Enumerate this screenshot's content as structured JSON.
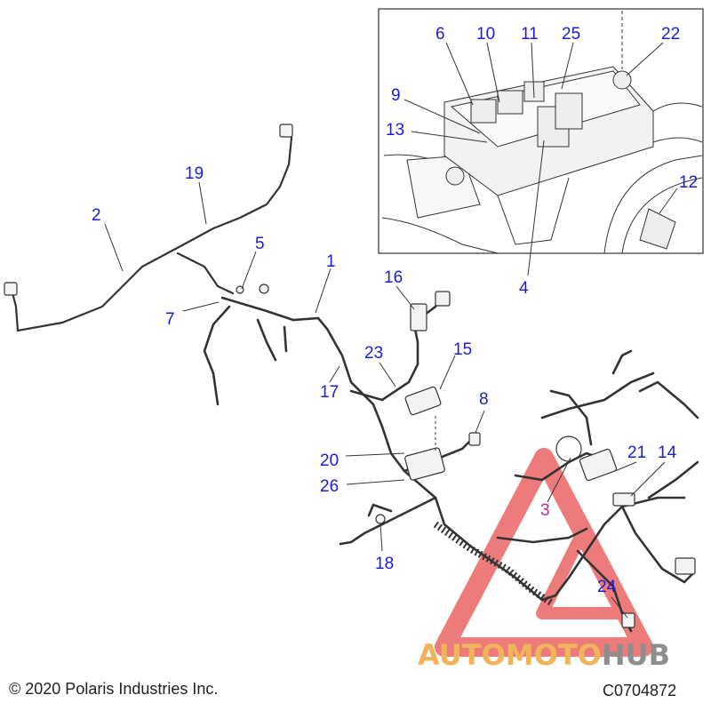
{
  "callouts": {
    "c1": "1",
    "c2": "2",
    "c3": "3",
    "c4": "4",
    "c5": "5",
    "c6": "6",
    "c7": "7",
    "c8": "8",
    "c9": "9",
    "c10": "10",
    "c11": "11",
    "c12": "12",
    "c13": "13",
    "c14": "14",
    "c15": "15",
    "c16": "16",
    "c17": "17",
    "c18": "18",
    "c19": "19",
    "c20": "20",
    "c21": "21",
    "c22": "22",
    "c23": "23",
    "c24": "24",
    "c25": "25",
    "c26": "26"
  },
  "footer": {
    "copyright": "© 2020 Polaris Industries Inc.",
    "code": "C0704872"
  },
  "watermark": {
    "part1": "AUTOMOTO",
    "part2": "HUB"
  },
  "colors": {
    "callout": "#1b1bd6",
    "callout_highlight": "#c02a8c",
    "line": "#333333",
    "watermark_red": "#e8504f",
    "watermark_orange": "#f0b45a",
    "watermark_grey": "#8e8e8e"
  }
}
